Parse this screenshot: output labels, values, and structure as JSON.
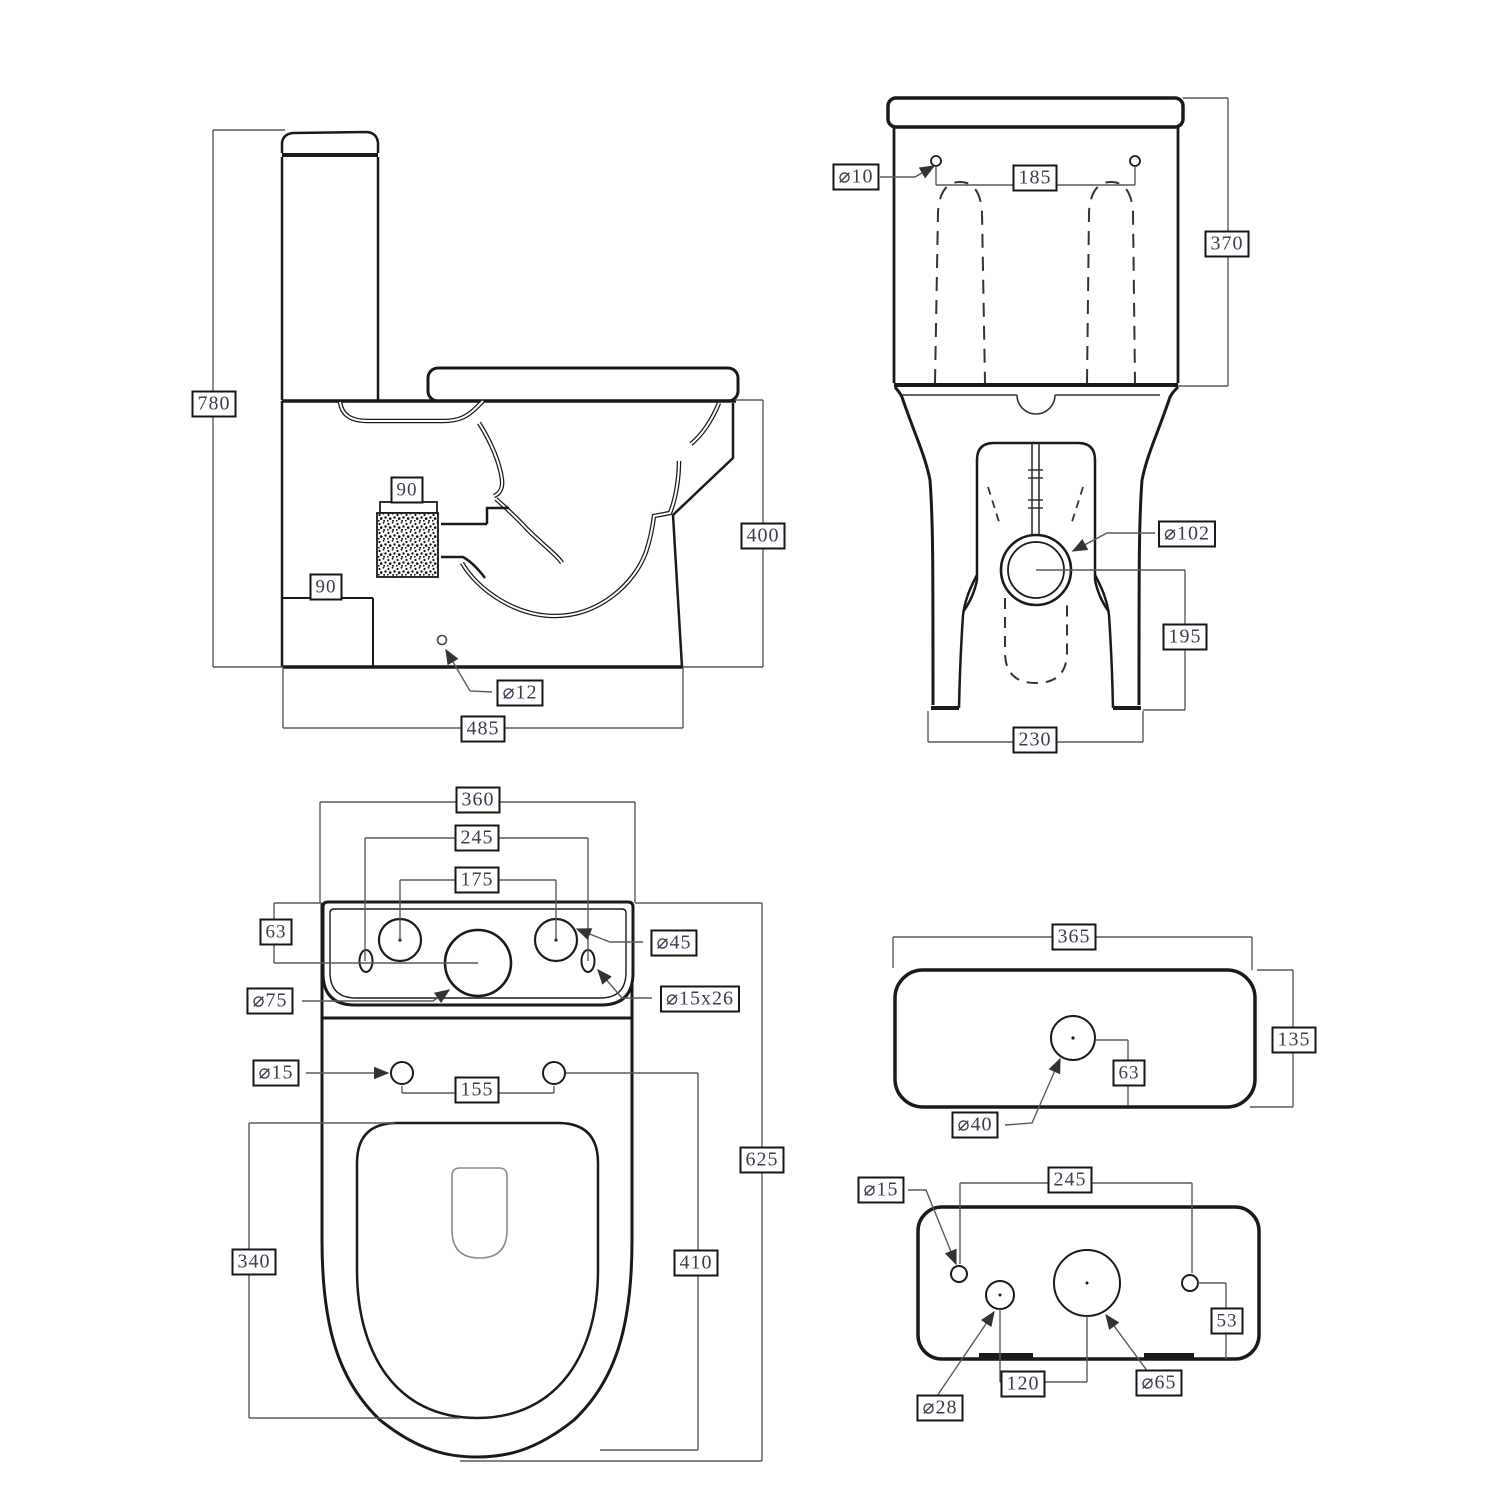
{
  "drawing": {
    "type": "technical-dimension-drawing",
    "subject": "close-coupled toilet (pan, cistern and cistern lid) in five orthographic views",
    "colors": {
      "background": "#ffffff",
      "outline": "#1a1a1a",
      "dimension_line": "#5a5a5a",
      "label_text": "#3c3c50",
      "label_border": "#161616"
    }
  },
  "labels": {
    "side_780": "780",
    "side_90_top": "90",
    "side_90_bottom": "90",
    "side_400": "400",
    "side_d12": "⌀12",
    "side_485": "485",
    "front_d10": "⌀10",
    "front_185": "185",
    "front_370": "370",
    "front_d102": "⌀102",
    "front_195": "195",
    "front_230": "230",
    "top_360": "360",
    "top_245": "245",
    "top_175": "175",
    "top_63": "63",
    "top_d45": "⌀45",
    "top_d75": "⌀75",
    "top_d15x26": "⌀15x26",
    "top_d15": "⌀15",
    "top_155": "155",
    "top_625": "625",
    "top_410": "410",
    "top_340": "340",
    "lidtop_365": "365",
    "lidtop_135": "135",
    "lidtop_63": "63",
    "lidtop_d40": "⌀40",
    "lidbot_d15": "⌀15",
    "lidbot_245": "245",
    "lidbot_53": "53",
    "lidbot_d65": "⌀65",
    "lidbot_120": "120",
    "lidbot_d28": "⌀28"
  }
}
